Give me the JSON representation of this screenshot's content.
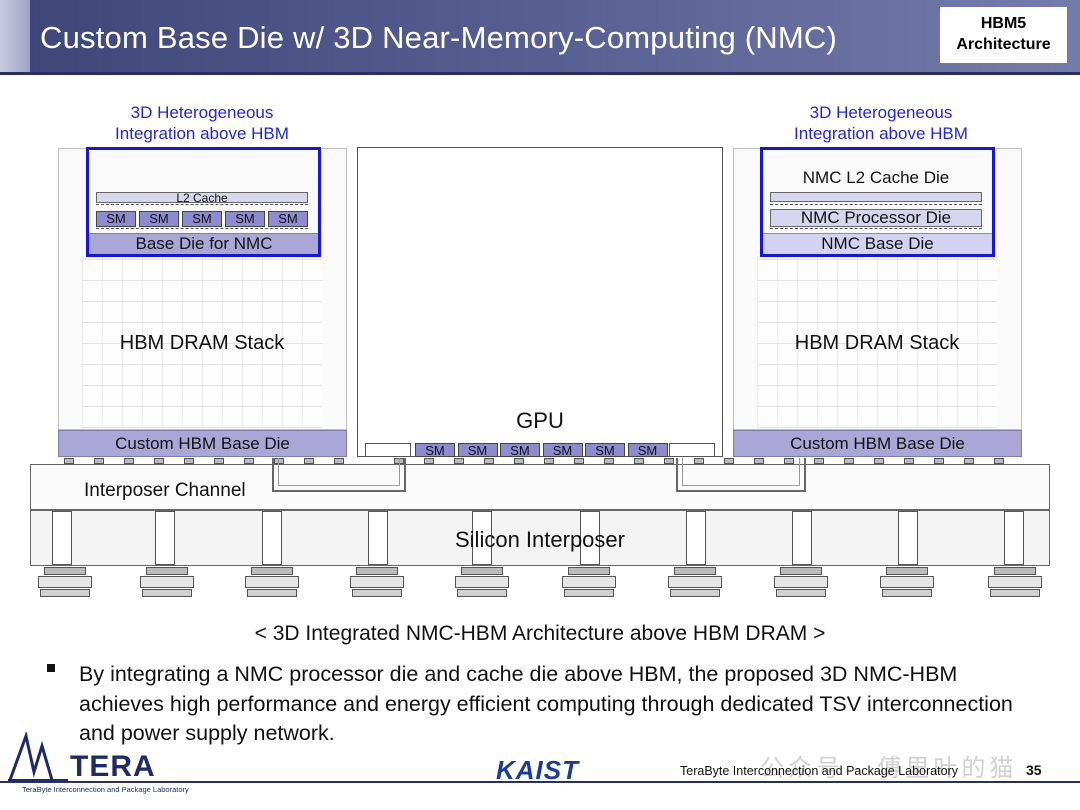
{
  "header": {
    "title": "Custom Base Die w/ 3D Near-Memory-Computing (NMC)",
    "tag_line1": "HBM5",
    "tag_line2": "Architecture"
  },
  "diagram": {
    "left_annotation_line1": "3D Heterogeneous",
    "left_annotation_line2": "Integration above HBM",
    "right_annotation_line1": "3D Heterogeneous",
    "right_annotation_line2": "Integration above HBM",
    "left_stack": {
      "l2_cache": "L2 Cache",
      "sm_label": "SM",
      "sm_count": 5,
      "base_die_nmc": "Base Die for NMC",
      "dram_stack": "HBM DRAM Stack",
      "custom_base": "Custom HBM Base Die"
    },
    "right_stack": {
      "l2_cache_die": "NMC L2 Cache Die",
      "processor_die": "NMC Processor Die",
      "base_die": "NMC Base Die",
      "dram_stack": "HBM DRAM Stack",
      "custom_base": "Custom HBM Base Die"
    },
    "gpu": {
      "label": "GPU",
      "sm_label": "SM",
      "sm_count": 6
    },
    "interposer_channel": "Interposer Channel",
    "silicon_interposer": "Silicon Interposer",
    "colors": {
      "nmc_frame": "#1515e0",
      "base_die": "#aaa7d6",
      "annotation_text": "#2424e0"
    }
  },
  "caption": "< 3D Integrated NMC-HBM Architecture above HBM DRAM >",
  "bullet": "By integrating a NMC processor die and cache die above HBM, the proposed 3D NMC-HBM achieves high performance and energy efficient computing through dedicated TSV interconnection and power supply network.",
  "footer": {
    "logo_word": "TERA",
    "logo_sub": "TeraByte Interconnection and Package Laboratory",
    "university": "KAIST",
    "lab_name": "TeraByte Interconnection and Package Laboratory",
    "page_number": "35",
    "watermark": "公众号 · 傅里叶的猫"
  }
}
